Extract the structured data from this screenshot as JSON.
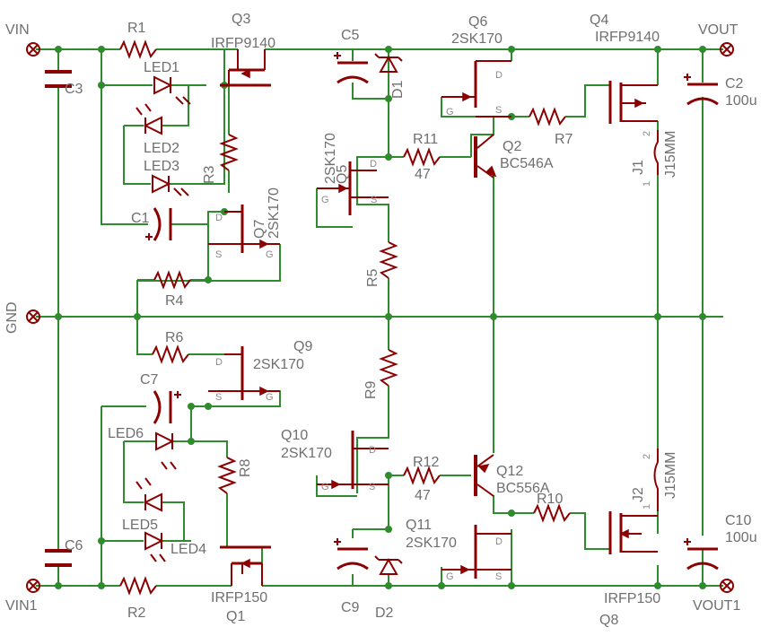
{
  "colors": {
    "wire": "#2e8b2e",
    "component": "#8b0000",
    "label": "#6f6f6f",
    "pin_label": "#8a8a8a",
    "background": "#ffffff"
  },
  "terminals": {
    "vin": "VIN",
    "gnd": "GND",
    "vin1": "VIN1",
    "vout": "VOUT",
    "vout1": "VOUT1"
  },
  "resistors": {
    "r1": "R1",
    "r2": "R2",
    "r3": "R3",
    "r4": "R4",
    "r5": "R5",
    "r6": "R6",
    "r7": "R7",
    "r8": "R8",
    "r9": "R9",
    "r10": "R10",
    "r11": "R11",
    "r11_value": "47",
    "r12": "R12",
    "r12_value": "47"
  },
  "capacitors": {
    "c1": "C1",
    "c2": "C2",
    "c2_value": "100u",
    "c3": "C3",
    "c5": "C5",
    "c6": "C6",
    "c7": "C7",
    "c9": "C9",
    "c10": "C10",
    "c10_value": "100u"
  },
  "leds": {
    "led1": "LED1",
    "led2": "LED2",
    "led3": "LED3",
    "led4": "LED4",
    "led5": "LED5",
    "led6": "LED6"
  },
  "diodes": {
    "d1": "D1",
    "d2": "D2"
  },
  "transistors": {
    "q1": "Q1",
    "q1_part": "IRFP150",
    "q2": "Q2",
    "q2_part": "BC546A",
    "q3": "Q3",
    "q3_part": "IRFP9140",
    "q4": "Q4",
    "q4_part": "IRFP9140",
    "q5": "Q5",
    "q5_part": "2SK170",
    "q6": "Q6",
    "q6_part": "2SK170",
    "q7": "Q7",
    "q7_part": "2SK170",
    "q8": "Q8",
    "q8_part": "IRFP150",
    "q9": "Q9",
    "q9_part": "2SK170",
    "q10": "Q10",
    "q10_part": "2SK170",
    "q11": "Q11",
    "q11_part": "2SK170",
    "q12": "Q12",
    "q12_part": "BC556A"
  },
  "jumpers": {
    "j1": "J1",
    "j1_part": "J15MM",
    "j2": "J2",
    "j2_part": "J15MM"
  },
  "pins": {
    "d": "D",
    "s": "S",
    "g": "G",
    "one": "1",
    "two": "2"
  }
}
